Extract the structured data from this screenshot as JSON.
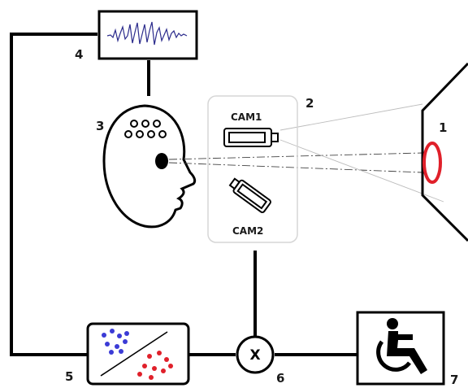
{
  "labels": {
    "target": "1",
    "camera_box": "2",
    "head": "3",
    "eeg": "4",
    "classifier": "5",
    "fusion": "6",
    "wheelchair": "7"
  },
  "cameras": {
    "cam1": "CAM1",
    "cam2": "CAM2"
  },
  "fusion_symbol": "X",
  "icons": [
    "eeg-waveform-icon",
    "head-icon",
    "camera-icon",
    "classifier-scatter-icon",
    "wheelchair-icon"
  ],
  "colors": {
    "line": "#000000",
    "target_ring": "#e0202a",
    "class_a_points": "#3b3bd6",
    "class_b_points": "#e0202a",
    "waveform": "#2b2b8c"
  }
}
